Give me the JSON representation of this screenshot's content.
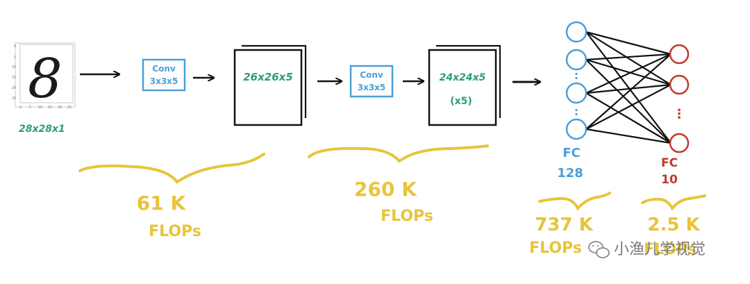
{
  "colors": {
    "ink": "#111111",
    "green": "#2e9e6e",
    "blue": "#4a9fd8",
    "yellow": "#e8c43a",
    "red": "#c0392b",
    "gray": "#8a8a8a"
  },
  "input": {
    "digit": "8",
    "size_label": "28x28x1",
    "y_ticks": [
      "0",
      "5",
      "10",
      "15",
      "20",
      "25"
    ],
    "x_ticks": [
      "0",
      "5",
      "10",
      "15",
      "20",
      "25"
    ]
  },
  "conv1": {
    "line1": "Conv",
    "line2": "3x3x5"
  },
  "fmap1": {
    "label": "26x26x5"
  },
  "conv2": {
    "line1": "Conv",
    "line2": "3x3x5"
  },
  "fmap2": {
    "line1": "24x24x5",
    "line2": "(x5)"
  },
  "fc128": {
    "line1": "FC",
    "line2": "128",
    "dots": ":"
  },
  "fc10": {
    "line1": "FC",
    "line2": "10",
    "dots": "⋮"
  },
  "flops": {
    "conv1": {
      "value": "61 K",
      "unit": "FLOPs"
    },
    "conv2": {
      "value": "260 K",
      "unit": "FLOPs"
    },
    "fc128": {
      "value": "737 K",
      "unit": "FLOPs"
    },
    "fc10": {
      "value": "2.5 K",
      "unit": "FLOPs"
    }
  },
  "watermark": {
    "text": "小渔儿学视觉",
    "icon": "wechat-icon"
  }
}
